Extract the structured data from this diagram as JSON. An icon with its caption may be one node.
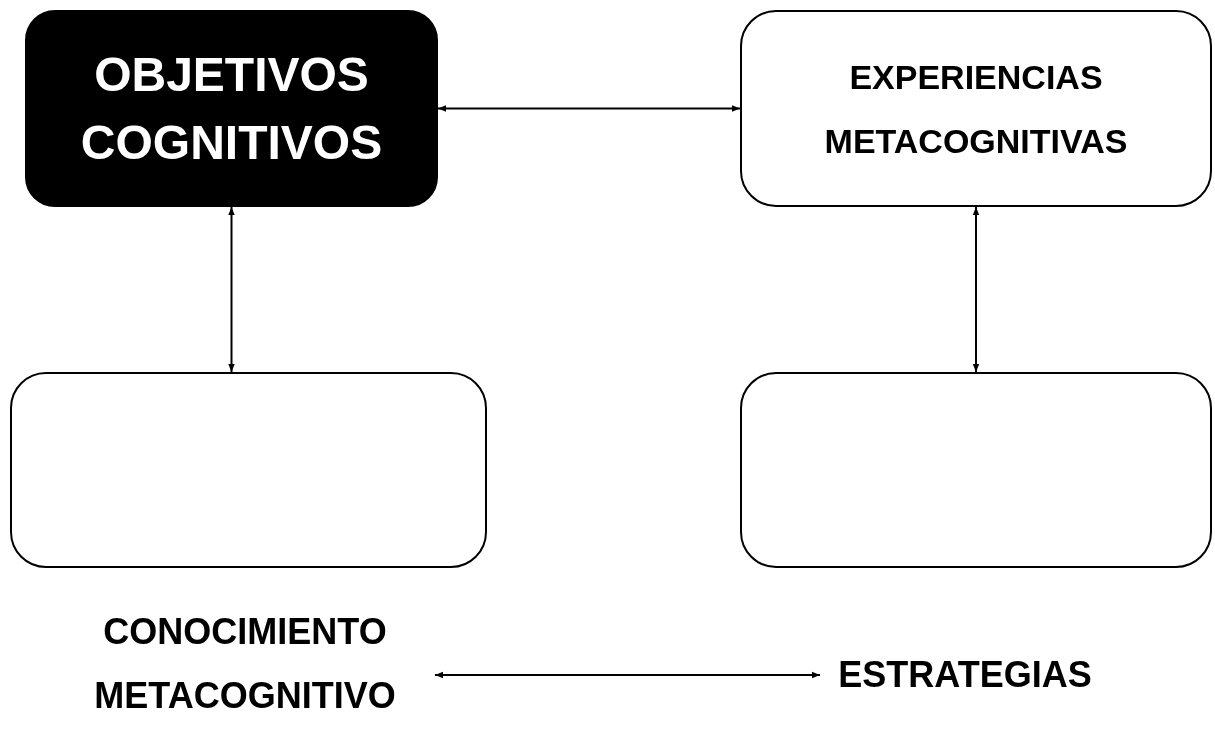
{
  "diagram": {
    "nodes": [
      {
        "text": [
          "OBJETIVOS COGNITIVOS"
        ]
      },
      {
        "text": [
          "EXPERIENCIAS METACOGNITIVAS"
        ]
      },
      {
        "text": [],
        "shape": "box"
      },
      {
        "text": [],
        "shape": "box"
      },
      {
        "text": [
          "CONOCIMIENTO METACOGNITIVO"
        ]
      },
      {
        "text": [
          "ESTRATEGIAS"
        ]
      }
    ],
    "edges": [
      {
        "from": 0,
        "to": 1,
        "arrow": "both"
      },
      {
        "from": 0,
        "to": 2,
        "arrow": "both"
      },
      {
        "from": 1,
        "to": 3,
        "arrow": "both"
      },
      {
        "from": 4,
        "to": 5,
        "arrow": "both"
      }
    ]
  }
}
